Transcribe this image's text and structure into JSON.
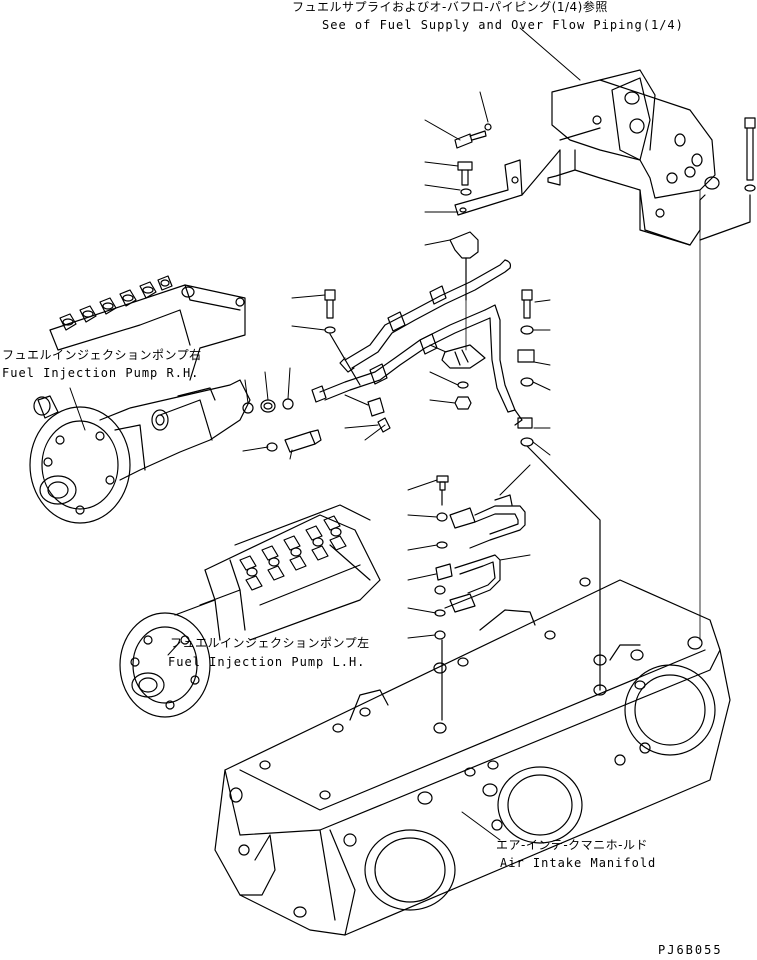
{
  "references": {
    "fuel_supply_jp": "フュエルサプライおよびオ-バフロ-パイピング(1/4)参照",
    "fuel_supply_en": "See of Fuel Supply and Over Flow Piping(1/4)"
  },
  "parts": {
    "pump_rh_jp": "フュエルインジェクションポンプ右",
    "pump_rh_en": "Fuel Injection Pump R.H.",
    "pump_lh_jp": "フュエルインジェクションポンプ左",
    "pump_lh_en": "Fuel Injection Pump L.H.",
    "manifold_jp": "エア-インテ-クマニホ-ルド",
    "manifold_en": "Air Intake Manifold"
  },
  "drawing_code": "PJ6B055"
}
